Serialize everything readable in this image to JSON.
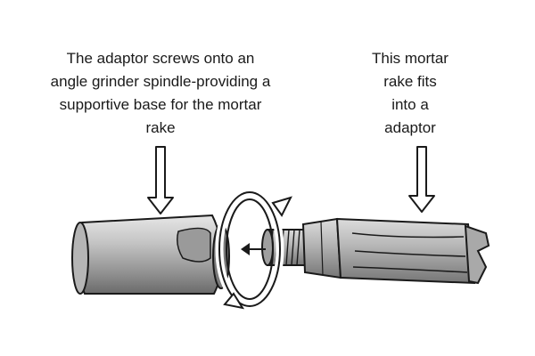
{
  "labels": {
    "adaptor": [
      "The adaptor screws onto an",
      "angle grinder spindle-providing a",
      "supportive base for the mortar",
      "rake"
    ],
    "mortar_rake": [
      "This mortar",
      "rake fits",
      "into a",
      "adaptor"
    ]
  },
  "colors": {
    "ink": "#1a1a1a",
    "metal_light": "#d9d9d9",
    "metal_mid": "#a6a6a6",
    "metal_dark": "#6e6e6e",
    "arrow_fill": "#ffffff"
  },
  "icons": {
    "rotation": "rotation-arrow-icon",
    "direction": "direction-arrow-icon"
  }
}
